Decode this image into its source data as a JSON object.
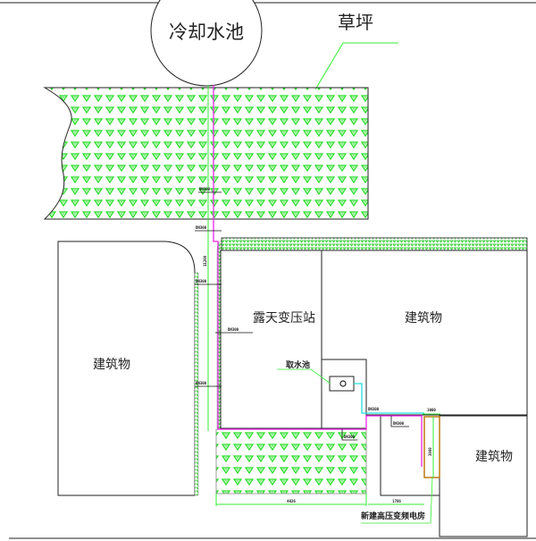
{
  "labels": {
    "cooling_pool": "冷却水池",
    "lawn": "草坪",
    "building_left": "建筑物",
    "building_right_top": "建筑物",
    "building_right_bottom": "建筑物",
    "outdoor_substation": "露天变压站",
    "water_intake": "取水池",
    "new_hv_vfd_room": "新建高压变频电房"
  },
  "dimensions": {
    "vertical_main": "11200",
    "bottom_width": "4826",
    "room_width": "1786",
    "room_top": "3000",
    "room_height": "3000"
  },
  "pipe_tags": {
    "tag_1": "DN300",
    "tag_2": "DN300",
    "tag_3": "DN300",
    "tag_4": "DN300",
    "tag_5": "DN300",
    "tag_6": "DN300",
    "tag_7": "DN300",
    "tag_8": "DN300"
  },
  "colors": {
    "grass": "#22dd22",
    "pipe_magenta": "#ee22ee",
    "pipe_cyan": "#22dddd",
    "leader_green": "#33ee33",
    "outline": "#222222",
    "room_orange": "#c07a10"
  }
}
